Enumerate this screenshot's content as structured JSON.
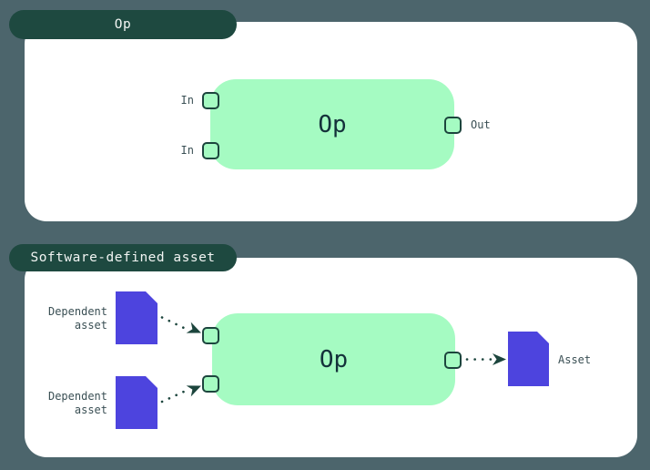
{
  "colors": {
    "background": "#4C656C",
    "panel": "#FFFFFF",
    "tab_bg": "#1E4940",
    "tab_text": "#F2F5F3",
    "node_fill": "#A5FBC2",
    "asset_fill": "#4D44DE",
    "stroke": "#1C453D",
    "label_text": "#3A4F54",
    "node_text": "#14313A"
  },
  "op_panel": {
    "tab_label": "Op",
    "node_label": "Op",
    "input_ports": [
      {
        "label": "In"
      },
      {
        "label": "In"
      }
    ],
    "output_port": {
      "label": "Out"
    }
  },
  "sda_panel": {
    "tab_label": "Software-defined asset",
    "node_label": "Op",
    "dependent_assets": [
      {
        "label": "Dependent asset"
      },
      {
        "label": "Dependent asset"
      }
    ],
    "output_asset": {
      "label": "Asset"
    }
  }
}
